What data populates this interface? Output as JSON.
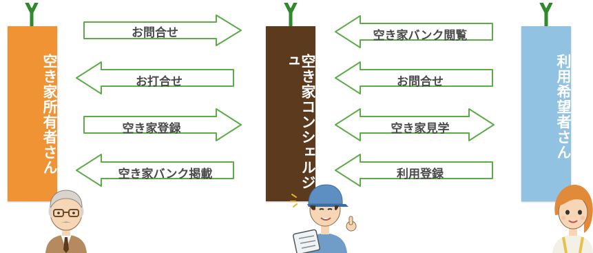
{
  "colors": {
    "owner": "#ef9334",
    "concierge": "#5b3a1d",
    "user": "#91c2e1",
    "arrow_stroke": "#5cab49",
    "sprout": "#2f8a2c"
  },
  "owner": {
    "label": "空き家所有者さん"
  },
  "concierge": {
    "label": "空き家コンシェルジュ"
  },
  "user": {
    "label": "利用希望者さん"
  },
  "left_flows": [
    {
      "label": "お問合せ",
      "direction": "right"
    },
    {
      "label": "お打合せ",
      "direction": "left"
    },
    {
      "label": "空き家登録",
      "direction": "right"
    },
    {
      "label": "空き家バンク掲載",
      "direction": "left"
    }
  ],
  "right_flows": [
    {
      "label": "空き家バンク閲覧",
      "direction": "left"
    },
    {
      "label": "お問合せ",
      "direction": "left"
    },
    {
      "label": "空き家見学",
      "direction": "both"
    },
    {
      "label": "利用登録",
      "direction": "left"
    }
  ]
}
